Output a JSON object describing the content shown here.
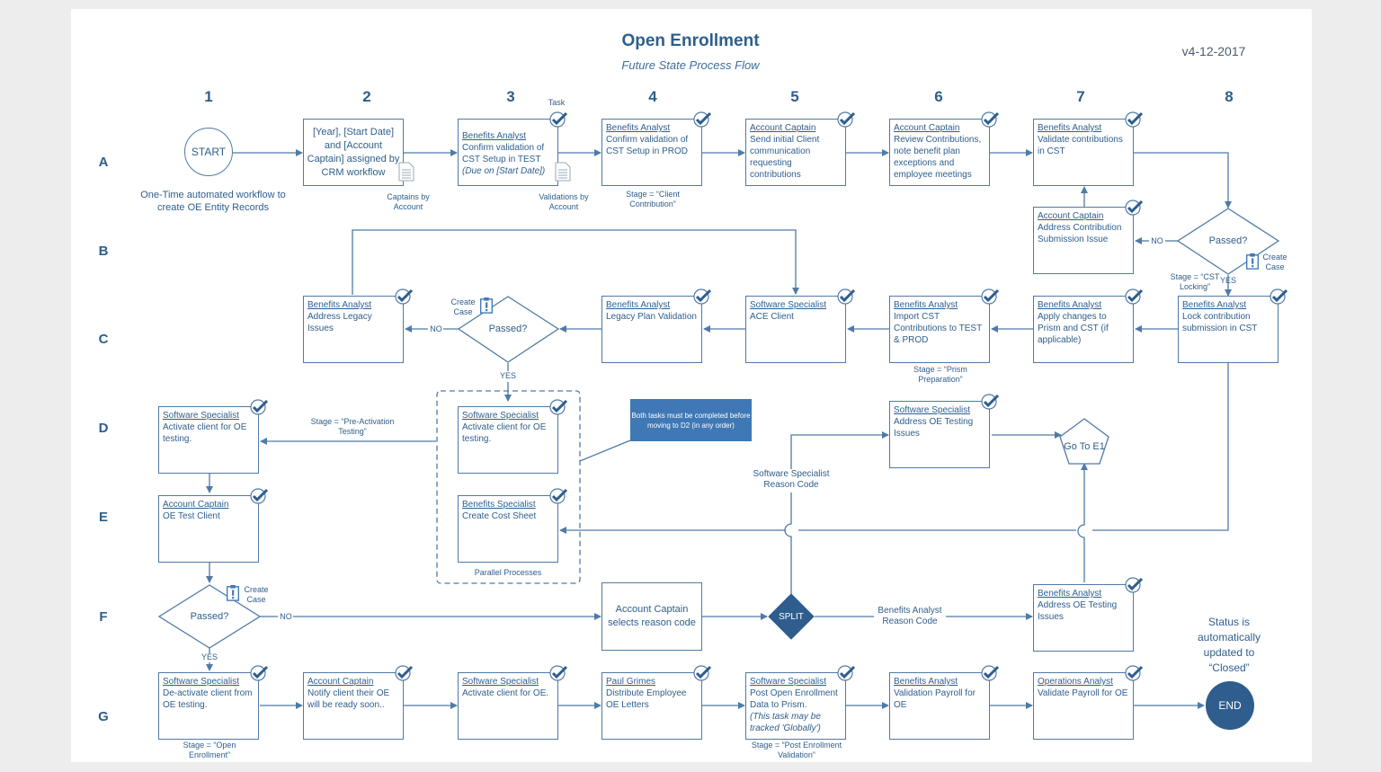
{
  "header": {
    "title": "Open Enrollment",
    "subtitle": "Future State Process Flow",
    "version": "v4-12-2017"
  },
  "columns": [
    "1",
    "2",
    "3",
    "4",
    "5",
    "6",
    "7",
    "8"
  ],
  "rows": [
    "A",
    "B",
    "C",
    "D",
    "E",
    "F",
    "G"
  ],
  "start_label": "START",
  "end_label": "END",
  "split_label": "SPLIT",
  "goto_label": "Go To E1",
  "start_note": "One-Time automated workflow to create OE Entity Records",
  "task_label": "Task",
  "boxes": {
    "a2": {
      "text": "[Year], [Start Date] and [Account Captain] assigned by CRM workflow"
    },
    "a3": {
      "role": "Benefits Analyst",
      "desc": "Confirm validation of CST Setup in TEST",
      "note": "(Due on [Start Date])"
    },
    "a4": {
      "role": "Benefits Analyst",
      "desc": "Confirm validation of CST Setup in PROD"
    },
    "a5": {
      "role": "Account Captain",
      "desc": "Send initial Client communication requesting contributions"
    },
    "a6": {
      "role": "Account Captain",
      "desc": "Review Contributions, note benefit plan exceptions and employee meetings"
    },
    "a7": {
      "role": "Benefits Analyst",
      "desc": "Validate contributions in CST"
    },
    "b7": {
      "role": "Account Captain",
      "desc": "Address Contribution Submission Issue"
    },
    "c1": {
      "role": "Benefits Analyst",
      "desc": "Address Legacy Issues"
    },
    "c4": {
      "role": "Benefits Analyst",
      "desc": "Legacy Plan Validation"
    },
    "c5": {
      "role": "Software Specialist",
      "desc": "ACE Client"
    },
    "c6": {
      "role": "Benefits Analyst",
      "desc": "Import CST Contributions to TEST & PROD"
    },
    "c7": {
      "role": "Benefits Analyst",
      "desc": "Apply changes to Prism and CST (if applicable)"
    },
    "c8": {
      "role": "Benefits Analyst",
      "desc": "Lock contribution submission in CST"
    },
    "d1": {
      "role": "Software Specialist",
      "desc": "Activate client for OE testing."
    },
    "d3": {
      "role": "Software Specialist",
      "desc": "Activate client for OE testing."
    },
    "d6": {
      "role": "Software Specialist",
      "desc": "Address OE Testing Issues"
    },
    "e1": {
      "role": "Account Captain",
      "desc": "OE Test Client"
    },
    "e3": {
      "role": "Benefits Specialist",
      "desc": "Create Cost Sheet"
    },
    "f4": {
      "text": "Account Captain selects reason code"
    },
    "f7": {
      "role": "Benefits Analyst",
      "desc": "Address OE Testing Issues"
    },
    "g1": {
      "role": "Software Specialist",
      "desc": "De-activate client from OE testing."
    },
    "g2": {
      "role": "Account Captain",
      "desc": "Notify client their OE will be ready soon.."
    },
    "g3": {
      "role": "Software Specialist",
      "desc": "Activate client for OE."
    },
    "g4": {
      "role": "Paul Grimes",
      "desc": "Distribute Employee OE Letters"
    },
    "g5": {
      "role": "Software Specialist",
      "desc": "Post Open Enrollment Data to Prism.",
      "note": "(This task may be tracked 'Globally')"
    },
    "g6": {
      "role": "Benefits Analyst",
      "desc": "Validation Payroll for OE"
    },
    "g7": {
      "role": "Operations Analyst",
      "desc": "Validate Payroll for OE"
    }
  },
  "decisions": {
    "b8": "Passed?",
    "c2": "Passed?",
    "f1": "Passed?"
  },
  "labels": {
    "captains_by_account": "Captains by Account",
    "validations_by_account": "Validations by Account",
    "stage_client_contribution": "Stage = “Client Contribution”",
    "stage_cst_locking": "Stage = “CST Locking”",
    "stage_prism_prep": "Stage = “Prism Preparation”",
    "stage_preactivation": "Stage = “Pre-Activation Testing”",
    "stage_open_enrollment": "Stage = “Open Enrollment”",
    "stage_post_enrollment": "Stage = “Post Enrollment Validation”",
    "create_case": "Create Case",
    "no": "NO",
    "yes": "YES",
    "parallel_processes": "Parallel Processes",
    "callout": "Both tasks must be completed before moving to D2 (in any order)",
    "ss_reason_code": "Software Specialist Reason Code",
    "ba_reason_code": "Benefits Analyst Reason Code",
    "status_note": "Status is automatically updated to “Closed”"
  },
  "colors": {
    "line": "#4f7aa6",
    "text": "#2e5e8c",
    "dark_fill": "#2e5d8e",
    "callout_fill": "#3f78b5"
  }
}
